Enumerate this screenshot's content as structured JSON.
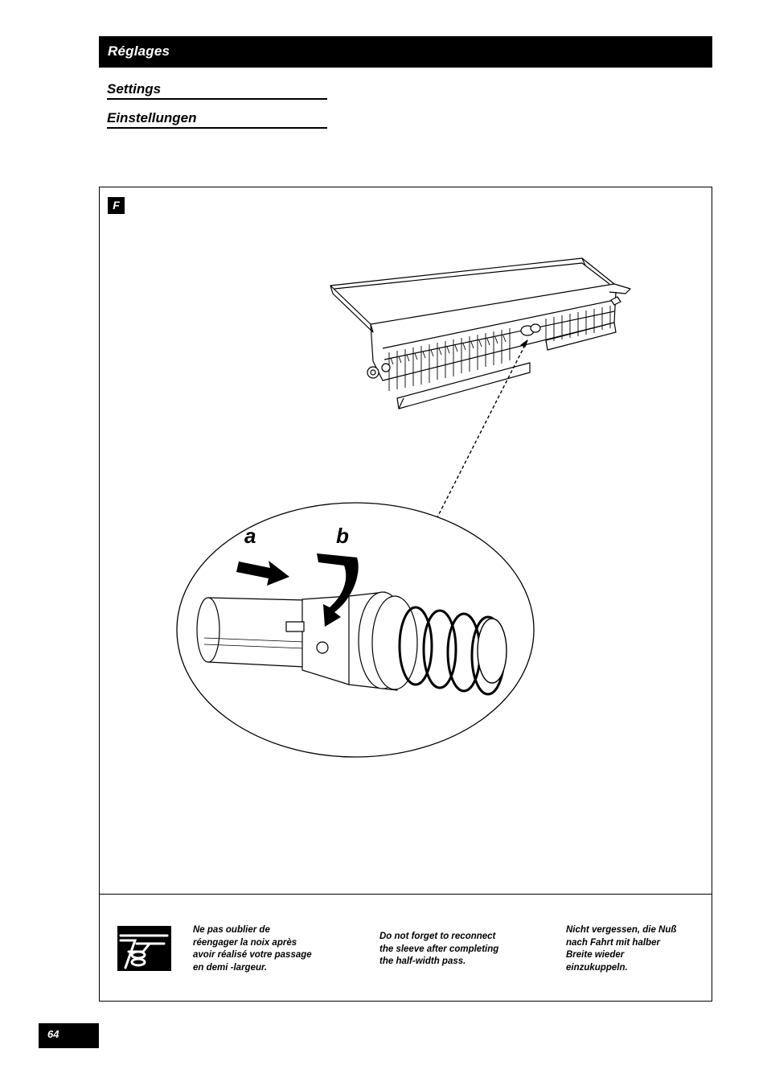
{
  "header": {
    "title": "Réglages",
    "subtitles": [
      "Settings",
      "Einstellungen"
    ]
  },
  "figure": {
    "label": "F",
    "callouts": {
      "a": "a",
      "b": "b"
    },
    "note": {
      "icon": "pointing-hand-icon",
      "fr": [
        "Ne pas oublier de",
        "réengager la noix après",
        "avoir réalisé votre passage",
        "en demi -largeur."
      ],
      "en": [
        "Do not forget to reconnect",
        "the sleeve after completing",
        "the half-width pass."
      ],
      "de": [
        "Nicht vergessen, die Nuß",
        "nach Fahrt mit halber",
        "Breite wieder",
        "einzukuppeln."
      ]
    }
  },
  "footer": {
    "page_number": "64"
  },
  "colors": {
    "ink": "#000000",
    "paper": "#ffffff"
  }
}
